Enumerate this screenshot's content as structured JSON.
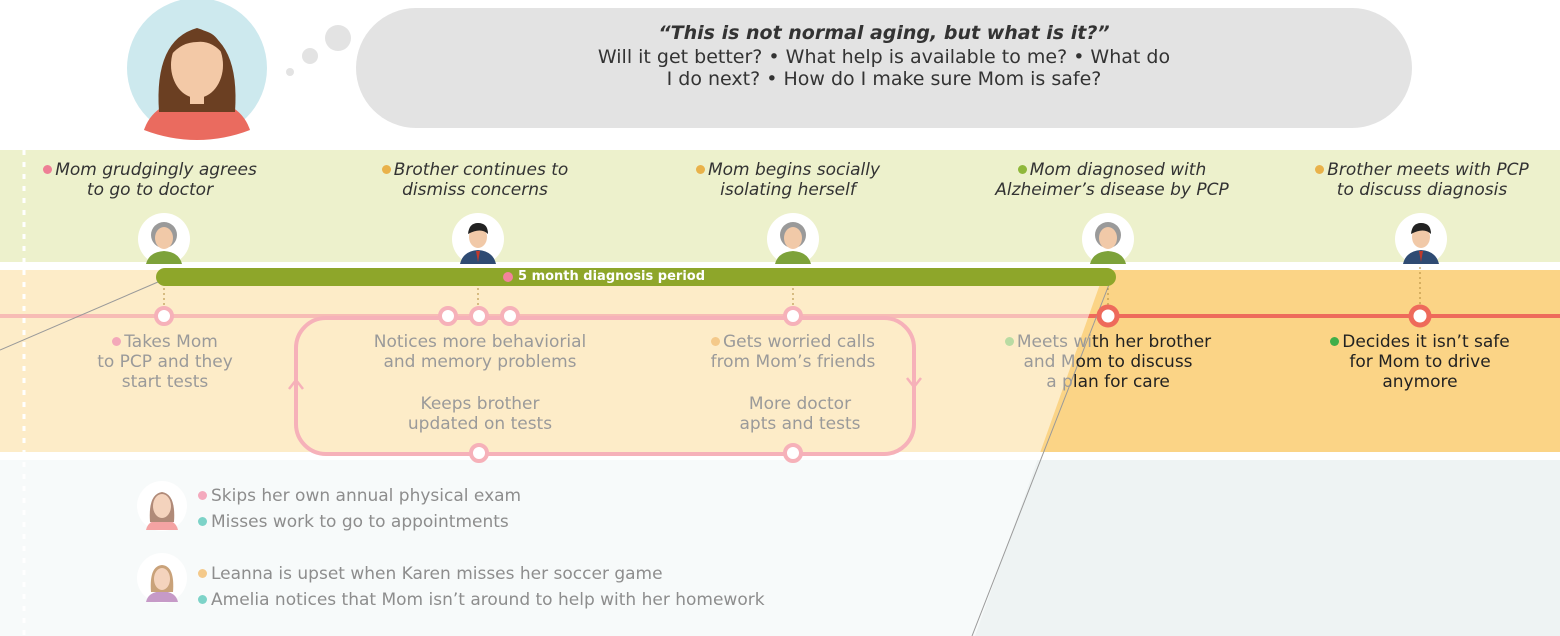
{
  "bubble": {
    "quote": "“This is not normal aging, but what is it?”",
    "line1": "Will it get better? • What help is available to me? • What do",
    "line2": "I do next? • How do I make sure Mom is safe?"
  },
  "events": [
    {
      "lines": [
        "Mom grudgingly agrees",
        "to go to doctor"
      ],
      "dot": "#ee7f95",
      "avatar": "mom-icon"
    },
    {
      "lines": [
        "Brother continues to",
        "dismiss concerns"
      ],
      "dot": "#e9b24a",
      "avatar": "brother-icon"
    },
    {
      "lines": [
        "Mom begins socially",
        "isolating herself"
      ],
      "dot": "#e9b24a",
      "avatar": "mom-icon"
    },
    {
      "lines": [
        "Mom diagnosed with",
        "Alzheimer’s disease by PCP"
      ],
      "dot": "#8fb83a",
      "avatar": "mom-icon"
    },
    {
      "lines": [
        "Brother meets with PCP",
        "to discuss diagnosis"
      ],
      "dot": "#e9b24a",
      "avatar": "brother-icon"
    }
  ],
  "period_label": "5 month diagnosis period",
  "actions": {
    "a1": {
      "lines": [
        "Takes Mom",
        "to PCP and they",
        "start tests"
      ],
      "dot": "#f3a8b9"
    },
    "a2": {
      "lines": [
        "Notices more behaviorial",
        "and memory problems"
      ]
    },
    "a3": {
      "lines": [
        "Gets worried calls",
        "from Mom’s friends"
      ],
      "dot": "#f4c98a"
    },
    "a4": {
      "lines": [
        "Keeps brother",
        "updated on tests"
      ]
    },
    "a5": {
      "lines": [
        "More doctor",
        "apts and tests"
      ]
    },
    "a6": {
      "l1a": "Meets wi",
      "l1b": "th her brother",
      "l2a": "and M",
      "l2b": "om to discuss",
      "l3a": "a p",
      "l3b": "lan for care",
      "dot": "#b9dba3"
    },
    "a7": {
      "lines": [
        "Decides it isn’t safe",
        "for Mom to drive",
        "anymore"
      ],
      "dot": "#3fae49"
    }
  },
  "notes": [
    {
      "text": "Skips her own annual physical exam",
      "dot": "#f4a9bd"
    },
    {
      "text": "Misses work to go to appointments",
      "dot": "#7dd3c8"
    },
    {
      "text": "Leanna is upset when Karen misses her soccer game",
      "dot": "#f4c98a"
    },
    {
      "text": "Amelia notices that Mom isn’t around to help with her homework",
      "dot": "#7dd3c8"
    }
  ],
  "colors": {
    "green_band": "#edf1cc",
    "orange_band": "#fbd486",
    "blue_band": "#eef3f3",
    "timeline_red": "#ee6a5b",
    "period_green": "#8ea62a",
    "loop_pink": "#f6b1b9"
  }
}
